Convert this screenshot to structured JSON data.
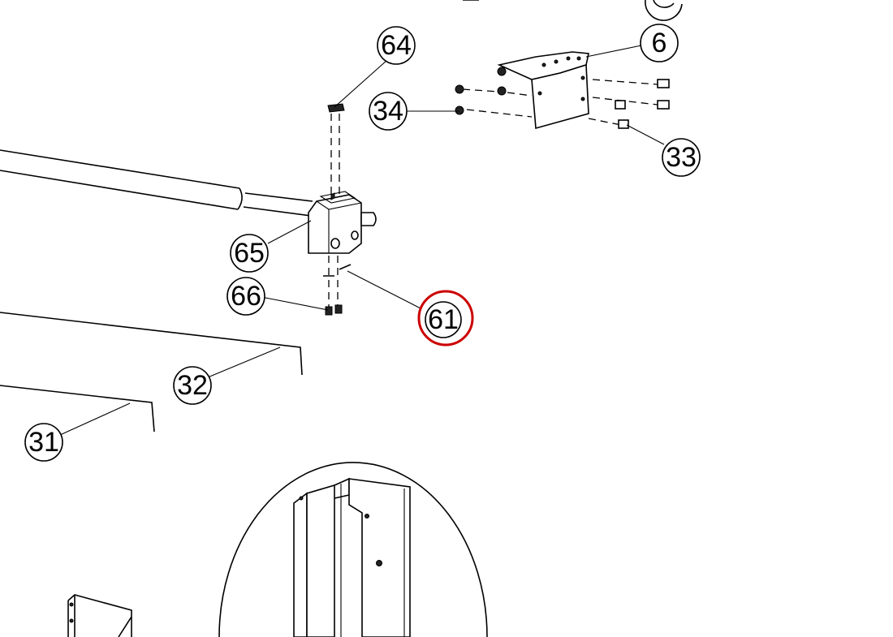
{
  "callouts": {
    "c6": "6",
    "c31": "31",
    "c32": "32",
    "c33": "33",
    "c34": "34",
    "c61": "61",
    "c64": "64",
    "c65": "65",
    "c66": "66"
  },
  "highlight": {
    "target": "61",
    "color": "#cc0000"
  }
}
